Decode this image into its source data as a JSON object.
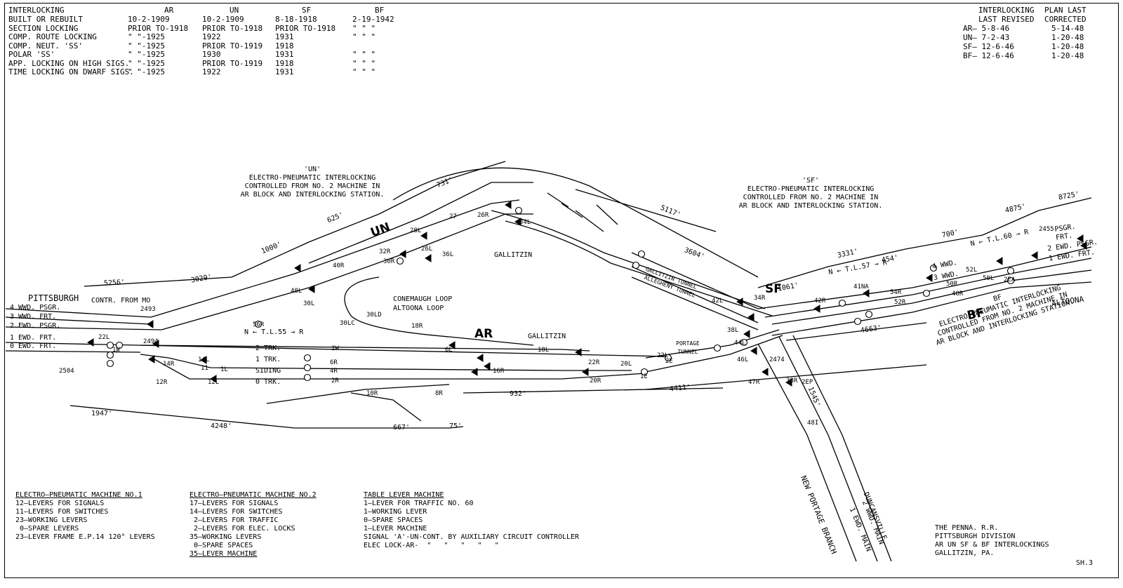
{
  "top_table": {
    "header": [
      "INTERLOCKING",
      "AR",
      "UN",
      "SF",
      "BF"
    ],
    "rows": [
      {
        "label": "BUILT OR REBUILT",
        "ar": "10-2-1909",
        "un": "10-2-1909",
        "sf": "8-18-1918",
        "bf": "2-19-1942"
      },
      {
        "label": "SECTION LOCKING",
        "ar": "PRIOR TO-1918",
        "un": "PRIOR TO-1918",
        "sf": "PRIOR TO-1918",
        "bf": "\"   \"   \""
      },
      {
        "label": "COMP. ROUTE LOCKING",
        "ar": "\"   \"-1925",
        "un": "1922",
        "sf": "1931",
        "bf": "\"   \"   \""
      },
      {
        "label": "COMP. NEUT. 'SS'",
        "ar": "\"   \"-1925",
        "un": "PRIOR TO-1919",
        "sf": "1918",
        "bf": ""
      },
      {
        "label": "POLAR 'SS'",
        "ar": "\"   \"-1925",
        "un": "1930",
        "sf": "1931",
        "bf": "\"   \"   \""
      },
      {
        "label": "APP. LOCKING ON HIGH SIGS.",
        "ar": "\"   \"-1925",
        "un": "PRIOR TO-1919",
        "sf": "1918",
        "bf": "\"   \"   \""
      },
      {
        "label": "TIME LOCKING ON DWARF SIGS.",
        "ar": "\"   \"-1925",
        "un": "1922",
        "sf": "1931",
        "bf": "\"   \"   \""
      }
    ]
  },
  "revision_table": {
    "header1": [
      "INTERLOCKING",
      "PLAN LAST"
    ],
    "header2": [
      "LAST REVISED",
      "CORRECTED"
    ],
    "rows": [
      {
        "a": "AR— 5-8-46",
        "b": "5-14-48"
      },
      {
        "a": "UN— 7-2-43",
        "b": "1-20-48"
      },
      {
        "a": "SF— 12-6-46",
        "b": "1-20-48"
      },
      {
        "a": "BF— 12-6-46",
        "b": "1-20-48"
      }
    ]
  },
  "notes": {
    "un": [
      "'UN'",
      "ELECTRO-PNEUMATIC INTERLOCKING",
      "CONTROLLED FROM NO. 2 MACHINE IN",
      "AR BLOCK AND INTERLOCKING STATION."
    ],
    "sf": [
      "'SF'",
      "ELECTRO-PNEUMATIC INTERLOCKING",
      "CONTROLLED FROM NO. 2 MACHINE IN",
      "AR BLOCK AND INTERLOCKING STATION."
    ],
    "bf": [
      "BF",
      "ELECTRO-PNEUMATIC INTERLOCKING",
      "CONTROLLED FROM NO. 2 MACHINE IN",
      "AR BLOCK AND INTERLOCKING STATION."
    ]
  },
  "stations": {
    "un": "UN",
    "ar": "AR",
    "sf": "SF",
    "bf": "BF"
  },
  "places": {
    "pittsburgh": "PITTSBURGH",
    "altoona": "ALTOONA",
    "gallitzin1": "GALLITZIN",
    "gallitzin2": "GALLITZIN",
    "contr": "CONTR. FROM MO",
    "conemaugh": "CONEMAUGH LOOP",
    "altoona_loop": "ALTOONA LOOP",
    "gallitzin_tunnel": "GALLITZIN TUNNEL",
    "allegheny_tunnel": "ALLEGHENY TUNNEL",
    "portage_tunnel": "PORTAGE TUNNEL",
    "new_portage": "NEW PORTAGE BRANCH",
    "ewd_main": "1 EWD. MAIN",
    "wwd_main": "2 WWD. MAIN",
    "duncansville": "DUNCANSVILLE"
  },
  "track_labels_left": [
    "4 WWD. PSGR.",
    "3 WWD. FRT.",
    "2 EWD. PSGR.",
    "1 EWD. FRT.",
    "0 EWD. FRT."
  ],
  "track_labels_mid": [
    "2 TRK.",
    "1 TRK.",
    "SIDING",
    "0 TRK."
  ],
  "track_labels_right": [
    "PSGR.",
    "FRT.",
    "2 EWD. PSGR.",
    "1 EWD. FRT."
  ],
  "bf_tracks": [
    "4 WWD.",
    "3 WWD."
  ],
  "distances": [
    "5256'",
    "3029'",
    "1000'",
    "625'",
    "731'",
    "5117'",
    "3604'",
    "1061'",
    "3331'",
    "454'",
    "700'",
    "4875'",
    "8725'",
    "4663'",
    "4411'",
    "932'",
    "667'",
    "75'",
    "4248'",
    "1947'",
    "1545'"
  ],
  "traffic_levers": [
    "N ← T.L.55 → R",
    "N ← T.L.57 → R",
    "N ← T.L.60 → R"
  ],
  "levers": [
    "2493",
    "2494",
    "2504",
    "2474",
    "2455",
    "22L",
    "14L",
    "14R",
    "12R",
    "12L",
    "11",
    "1L",
    "1W",
    "40R",
    "40L",
    "30L",
    "56R",
    "32R",
    "28L",
    "30R",
    "26L",
    "36L",
    "26R",
    "34L",
    "27",
    "30LD",
    "30LC",
    "18R",
    "6L",
    "6R",
    "4R",
    "2R",
    "2W",
    "10R",
    "8R",
    "16R",
    "18L",
    "22R",
    "20R",
    "20L",
    "1E",
    "2E",
    "22L",
    "44L",
    "46L",
    "47R",
    "38R",
    "2EP",
    "48I",
    "38L",
    "42L",
    "34R",
    "42R",
    "41NA",
    "52R",
    "54R",
    "48R",
    "50R",
    "52L",
    "50L",
    "2EA"
  ],
  "machine1": {
    "title": "ELECTRO—PNEUMATIC MACHINE NO.1",
    "lines": [
      "12—LEVERS FOR SIGNALS",
      "11—LEVERS FOR SWITCHES",
      "23—WORKING LEVERS",
      " 0—SPARE LEVERS",
      "23—LEVER FRAME E.P.14 120° LEVERS"
    ]
  },
  "machine2": {
    "title": "ELECTRO—PNEUMATIC MACHINE NO.2",
    "lines": [
      "17—LEVERS FOR SIGNALS",
      "14—LEVERS FOR SWITCHES",
      " 2—LEVERS FOR TRAFFIC",
      " 2—LEVERS FOR ELEC. LOCKS",
      "35—WORKING LEVERS",
      " 0—SPARE SPACES",
      "35—LEVER MACHINE"
    ]
  },
  "table_lever": {
    "title": "TABLE LEVER MACHINE",
    "lines": [
      "1—LEVER FOR TRAFFIC NO. 60",
      "1—WORKING LEVER",
      "0—SPARE SPACES",
      "1—LEVER MACHINE",
      "SIGNAL 'A'-UN-CONT. BY AUXILIARY CIRCUIT CONTROLLER",
      "ELEC LOCK-AR-  \"   \"   \"   \"   \""
    ]
  },
  "title_block": [
    "THE PENNA. R.R.",
    "PITTSBURGH DIVISION",
    "AR UN SF & BF INTERLOCKINGS",
    "GALLITZIN, PA."
  ],
  "sheet": "SH.3",
  "colors": {
    "ink": "#000000",
    "paper": "#ffffff"
  }
}
